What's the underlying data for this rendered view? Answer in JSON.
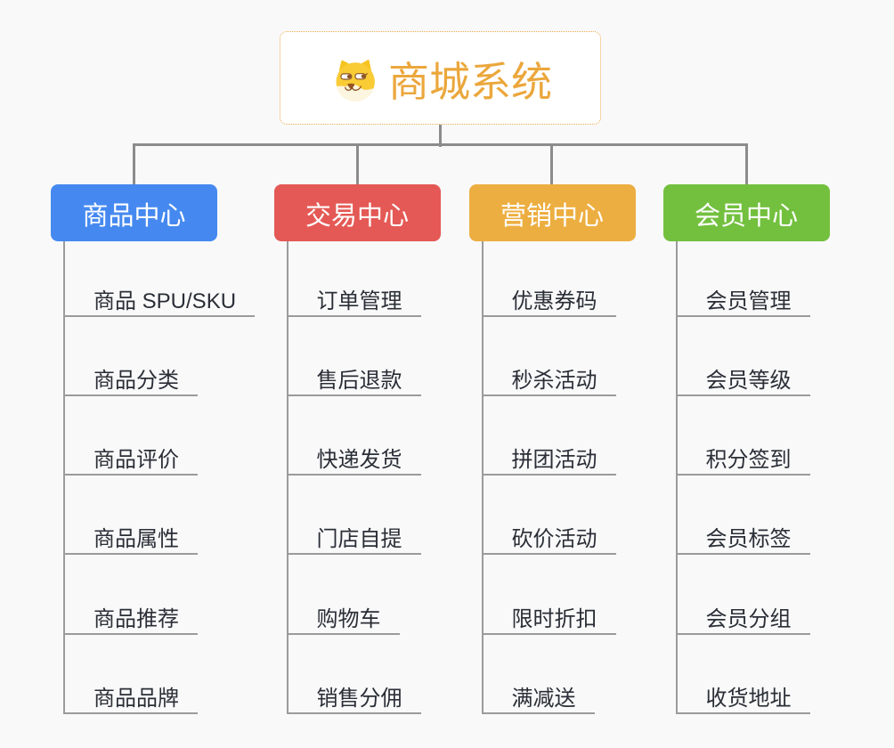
{
  "root": {
    "title": "商城系统",
    "icon": "doge-face-icon"
  },
  "branches": [
    {
      "label": "商品中心",
      "color": "#4589f0",
      "children": [
        "商品 SPU/SKU",
        "商品分类",
        "商品评价",
        "商品属性",
        "商品推荐",
        "商品品牌"
      ]
    },
    {
      "label": "交易中心",
      "color": "#e45955",
      "children": [
        "订单管理",
        "售后退款",
        "快递发货",
        "门店自提",
        "购物车",
        "销售分佣"
      ]
    },
    {
      "label": "营销中心",
      "color": "#edae41",
      "children": [
        "优惠券码",
        "秒杀活动",
        "拼团活动",
        "砍价活动",
        "限时折扣",
        "满减送"
      ]
    },
    {
      "label": "会员中心",
      "color": "#73c03f",
      "children": [
        "会员管理",
        "会员等级",
        "积分签到",
        "会员标签",
        "会员分组",
        "收货地址"
      ]
    }
  ],
  "theme": {
    "background": "#f9f9fa",
    "connector_color": "#8c8c8c",
    "child_line_color": "#9b9b9b",
    "child_text_color": "#2a2e36",
    "root_title_color": "#eba73c",
    "root_border_color": "#edaa4a",
    "branch_text_color": "#ffffff",
    "root_background": "#ffffff"
  }
}
